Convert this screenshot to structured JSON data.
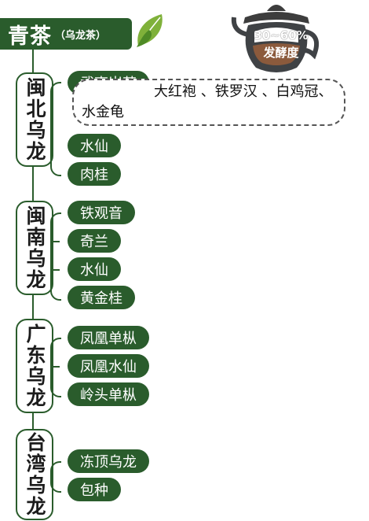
{
  "title": {
    "main": "青茶",
    "sub": "（乌龙茶）"
  },
  "badge": {
    "percent": "30~60%",
    "label": "发酵度"
  },
  "groups": [
    {
      "region": "闽北乌龙",
      "items": [
        "武夷岩茶",
        "水仙",
        "肉桂"
      ]
    },
    {
      "region": "闽南乌龙",
      "items": [
        "铁观音",
        "奇兰",
        "水仙",
        "黄金桂"
      ]
    },
    {
      "region": "广东乌龙",
      "items": [
        "凤凰单枞",
        "凤凰水仙",
        "岭头单枞"
      ]
    },
    {
      "region": "台湾乌龙",
      "items": [
        "冻顶乌龙",
        "包种"
      ]
    }
  ],
  "note": "大红袍 、铁罗汉 、白鸡冠、水金龟",
  "colors": {
    "accent": "#2a5c2c",
    "leaf": "#7fb13a"
  },
  "icons": {
    "leaf": "tea-leaf-icon",
    "pot": "teapot-icon"
  }
}
